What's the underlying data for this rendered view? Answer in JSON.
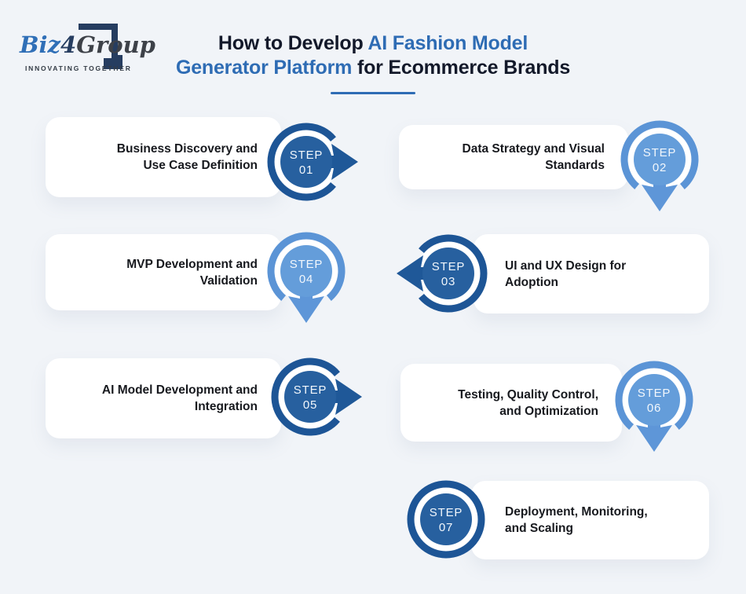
{
  "logo": {
    "biz": "Biz",
    "four": "4",
    "group": "Group",
    "tagline": "INNOVATING TOGETHER"
  },
  "title": {
    "dark1": "How to Develop",
    "blue1": "AI Fashion Model",
    "blue2": "Generator Platform",
    "dark2": "for Ecommerce Brands"
  },
  "colors": {
    "background": "#f1f4f8",
    "dark_blue": "#1f5898",
    "light_blue": "#5e96d8",
    "title_blue": "#2e6cb4",
    "text_dark": "#17191e",
    "logo_navy": "#263d60",
    "card_white": "#ffffff"
  },
  "steps": [
    {
      "step_label": "STEP",
      "number": "01",
      "line1": "Business Discovery and",
      "line2": "Use Case Definition",
      "variant": "dark",
      "arrow": "right"
    },
    {
      "step_label": "STEP",
      "number": "02",
      "line1": "Data Strategy and Visual",
      "line2": "Standards",
      "variant": "light",
      "arrow": "down"
    },
    {
      "step_label": "STEP",
      "number": "03",
      "line1": "UI and UX Design for",
      "line2": "Adoption",
      "variant": "dark",
      "arrow": "left"
    },
    {
      "step_label": "STEP",
      "number": "04",
      "line1": "MVP Development and",
      "line2": "Validation",
      "variant": "light",
      "arrow": "down"
    },
    {
      "step_label": "STEP",
      "number": "05",
      "line1": "AI Model Development and",
      "line2": "Integration",
      "variant": "dark",
      "arrow": "right"
    },
    {
      "step_label": "STEP",
      "number": "06",
      "line1": "Testing, Quality Control,",
      "line2": "and Optimization",
      "variant": "light",
      "arrow": "down"
    },
    {
      "step_label": "STEP",
      "number": "07",
      "line1": "Deployment, Monitoring,",
      "line2": "and Scaling",
      "variant": "dark",
      "arrow": "none"
    }
  ]
}
